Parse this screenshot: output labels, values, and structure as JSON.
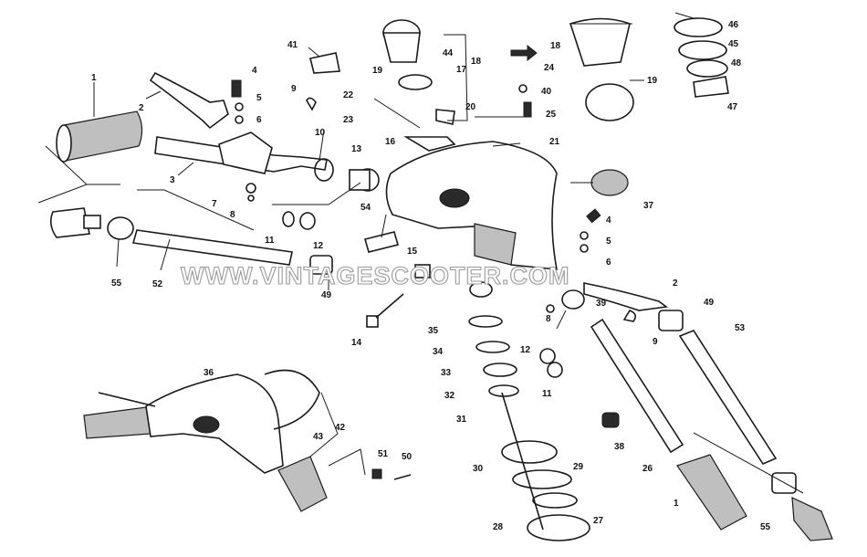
{
  "watermark": "WWW.VINTAGESCOOTER.COM",
  "part_labels": {
    "p1a": "1",
    "p2a": "2",
    "p3": "3",
    "p4a": "4",
    "p5a": "5",
    "p6a": "6",
    "p7": "7",
    "p8a": "8",
    "p9a": "9",
    "p10": "10",
    "p11a": "11",
    "p12a": "12",
    "p13": "13",
    "p14": "14",
    "p15": "15",
    "p16": "16",
    "p17": "17",
    "p18a": "18",
    "p18b": "18",
    "p19a": "19",
    "p19b": "19",
    "p20": "20",
    "p21": "21",
    "p22": "22",
    "p23": "23",
    "p24": "24",
    "p25": "25",
    "p26": "26",
    "p27": "27",
    "p28": "28",
    "p29": "29",
    "p30": "30",
    "p31": "31",
    "p32": "32",
    "p33": "33",
    "p34": "34",
    "p35": "35",
    "p36": "36",
    "p37": "37",
    "p38": "38",
    "p39": "39",
    "p40": "40",
    "p41": "41",
    "p42": "42",
    "p43": "43",
    "p44": "44",
    "p45": "45",
    "p46": "46",
    "p47": "47",
    "p48": "48",
    "p49a": "49",
    "p49b": "49",
    "p50": "50",
    "p51": "51",
    "p52": "52",
    "p53": "53",
    "p54": "54",
    "p55a": "55",
    "p55b": "55",
    "p2b": "2",
    "p4b": "4",
    "p5b": "5",
    "p6b": "6",
    "p8b": "8",
    "p9b": "9",
    "p11b": "11",
    "p12b": "12",
    "p1b": "1"
  },
  "colors": {
    "ink": "#1a1a1a",
    "shade": "#bfbfbf",
    "paper": "#ffffff"
  }
}
